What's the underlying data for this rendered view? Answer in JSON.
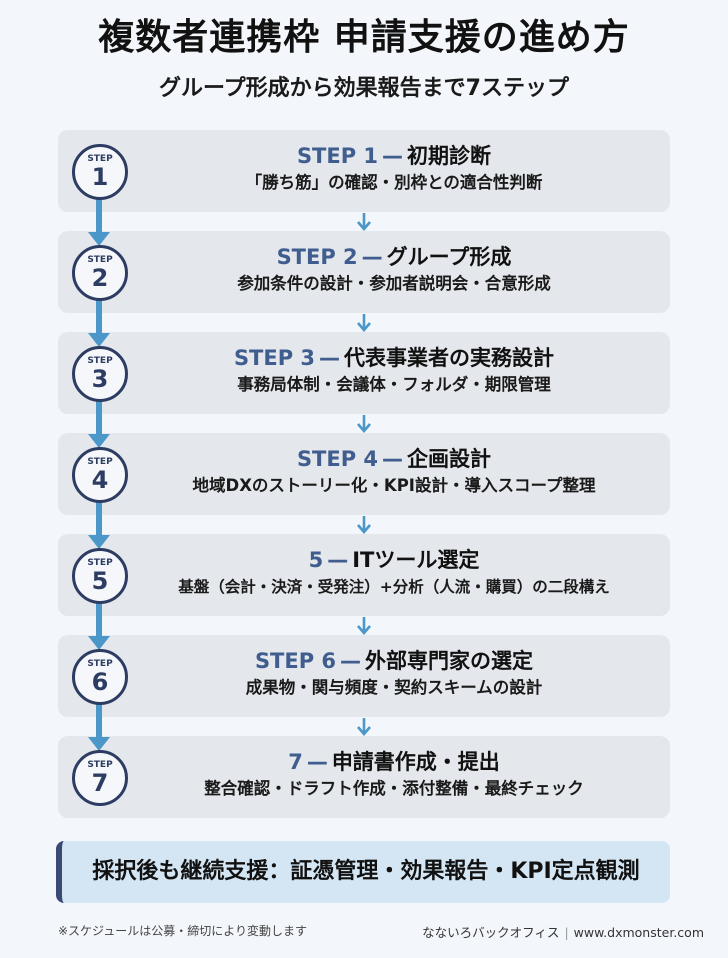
{
  "header": {
    "title": "複数者連携枠 申請支援の進め方",
    "subtitle": "グループ形成から効果報告まで7ステップ"
  },
  "circle_label": "STEP",
  "separator": "—",
  "steps": [
    {
      "number": "1",
      "head_prefix": "STEP 1",
      "title": "初期診断",
      "description": "「勝ち筋」の確認・別枠との適合性判断"
    },
    {
      "number": "2",
      "head_prefix": "STEP 2",
      "title": "グループ形成",
      "description": "参加条件の設計・参加者説明会・合意形成"
    },
    {
      "number": "3",
      "head_prefix": "STEP 3",
      "title": "代表事業者の実務設計",
      "description": "事務局体制・会議体・フォルダ・期限管理"
    },
    {
      "number": "4",
      "head_prefix": "STEP 4",
      "title": "企画設計",
      "description": "地域DXのストーリー化・KPI設計・導入スコープ整理"
    },
    {
      "number": "5",
      "head_prefix": "5",
      "title": "ITツール選定",
      "description": "基盤（会計・決済・受発注）+分析（人流・購買）の二段構え"
    },
    {
      "number": "6",
      "head_prefix": "STEP 6",
      "title": "外部専門家の選定",
      "description": "成果物・関与頻度・契約スキームの設計"
    },
    {
      "number": "7",
      "head_prefix": "7",
      "title": "申請書作成・提出",
      "description": "整合確認・ドラフト作成・添付整備・最終チェック"
    }
  ],
  "banner": {
    "text": "採択後も継続支援：証憑管理・効果報告・KPI定点観測"
  },
  "footer": {
    "note": "※スケジュールは公募・締切により変動します",
    "brand": "なないろバックオフィス",
    "divider": "|",
    "url": "www.dxmonster.com"
  },
  "colors": {
    "background": "#f3f6fa",
    "card": "#e4e7eb",
    "accent_blue": "#4c97c9",
    "step_navy": "#2c3c62",
    "step_label": "#3f5d8e",
    "banner_bg": "#d4e6f3",
    "banner_bar": "#3a4a74"
  }
}
